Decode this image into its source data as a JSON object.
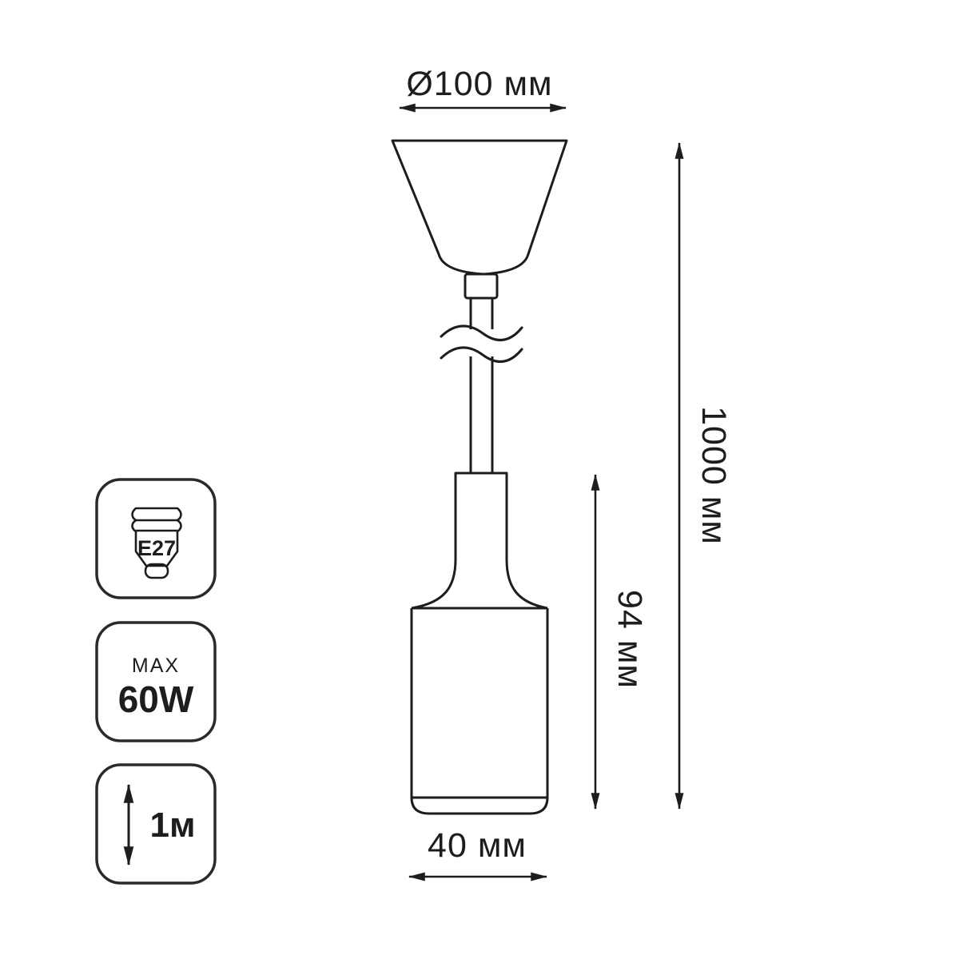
{
  "diagram": {
    "type": "pendant-lamp-technical-drawing",
    "dimensions": {
      "diameter": "Ø100 мм",
      "total_height": "1000 мм",
      "socket_height": "94 мм",
      "socket_width": "40 мм"
    },
    "badges": {
      "socket_label": "E27",
      "power_max_label": "MAX",
      "power_value": "60W",
      "length_value": "1м"
    },
    "icons": {
      "e27_base": "lamp-screw-base-icon",
      "length_arrow": "vertical-double-arrow-icon",
      "break_symbol": "cord-break-wave-icon"
    },
    "colors": {
      "line": "#1d1d1d",
      "background": "#ffffff"
    }
  }
}
